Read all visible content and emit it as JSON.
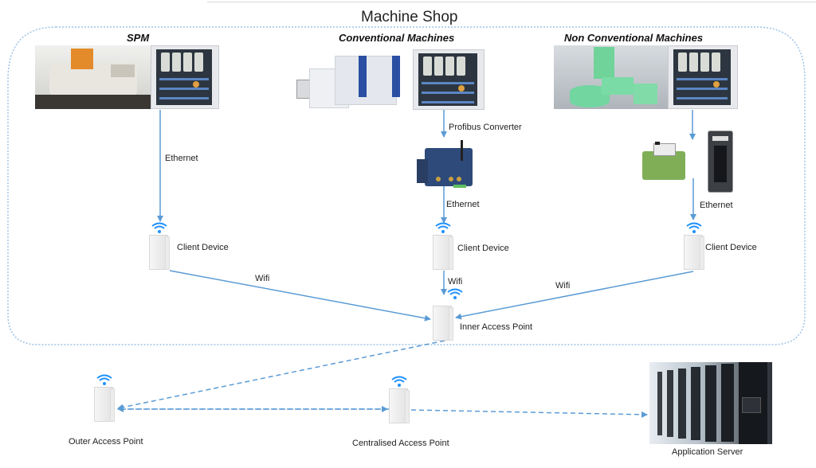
{
  "diagram": {
    "title": "Machine Shop",
    "sections": [
      {
        "id": "spm",
        "label": "SPM"
      },
      {
        "id": "conventional",
        "label": "Conventional Machines"
      },
      {
        "id": "non_conventional",
        "label": "Non Conventional Machines"
      }
    ],
    "links": {
      "spm_ethernet": "Ethernet",
      "profibus": "Profibus Converter",
      "conv_ethernet": "Ethernet",
      "nonconv_ethernet": "Ethernet",
      "wifi_left": "Wifi",
      "wifi_center": "Wifi",
      "wifi_right": "Wifi"
    },
    "devices": {
      "client_spm": "Client Device",
      "client_conv": "Client Device",
      "client_nonconv": "Client Device",
      "inner_ap": "Inner Access Point",
      "outer_ap": "Outer Access Point",
      "central_ap": "Centralised Access Point",
      "app_server": "Application Server"
    },
    "icons": {
      "wifi": "wifi-signal-icon",
      "access_point": "outdoor-access-point",
      "converter": "profibus-converter-device",
      "relay": "relay-module",
      "io_module": "io-module",
      "server": "server-rack"
    },
    "colors": {
      "link": "#5b9bd5",
      "boundary": "#9dc3e6",
      "wifi": "#1e90ff"
    }
  }
}
